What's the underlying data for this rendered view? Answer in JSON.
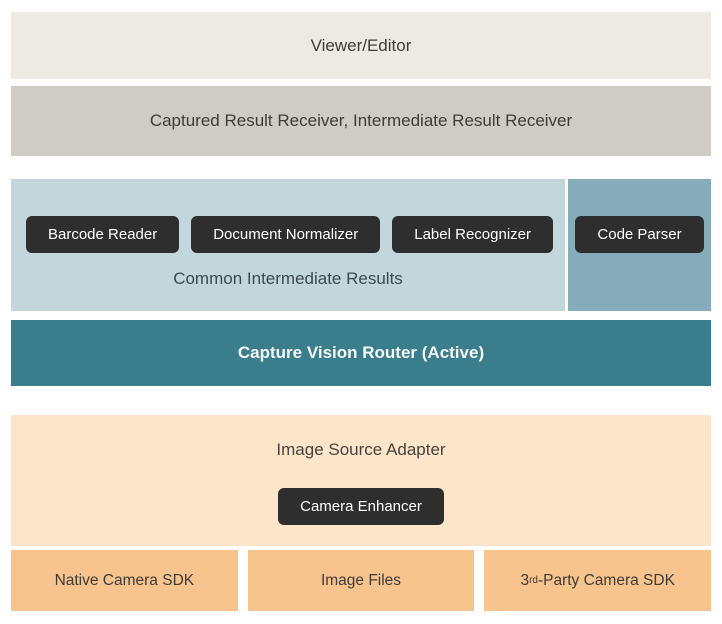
{
  "viewer_bar": {
    "label": "Viewer/Editor"
  },
  "receiver_bar": {
    "label": "Captured Result Receiver, Intermediate Result Receiver"
  },
  "intermediate": {
    "modules": [
      "Barcode Reader",
      "Document Normalizer",
      "Label Recognizer"
    ],
    "side_module": "Code Parser",
    "caption": "Common Intermediate Results"
  },
  "router_bar": {
    "label": "Capture Vision Router (Active)"
  },
  "image_source": {
    "title": "Image Source Adapter",
    "module": "Camera Enhancer"
  },
  "sources": {
    "native": "Native Camera SDK",
    "files": "Image Files",
    "third_party": {
      "prefix": "3",
      "sup": "rd",
      "rest": "-Party Camera SDK"
    }
  },
  "colors": {
    "viewer_bar_bg": "#edeae4",
    "receiver_bar_bg": "#cfccc6",
    "intermediate_bg": "#c3d6db",
    "code_parser_bg": "#85acb8",
    "module_chip_bg": "#2e2e2e",
    "module_chip_text": "#ffffff",
    "router_bar_bg": "#3a7d8d",
    "router_bar_text": "#f7fafa",
    "image_source_bg": "#fde5ca",
    "source_box_bg": "#f8c48e",
    "text_dark": "#3e3c39"
  }
}
